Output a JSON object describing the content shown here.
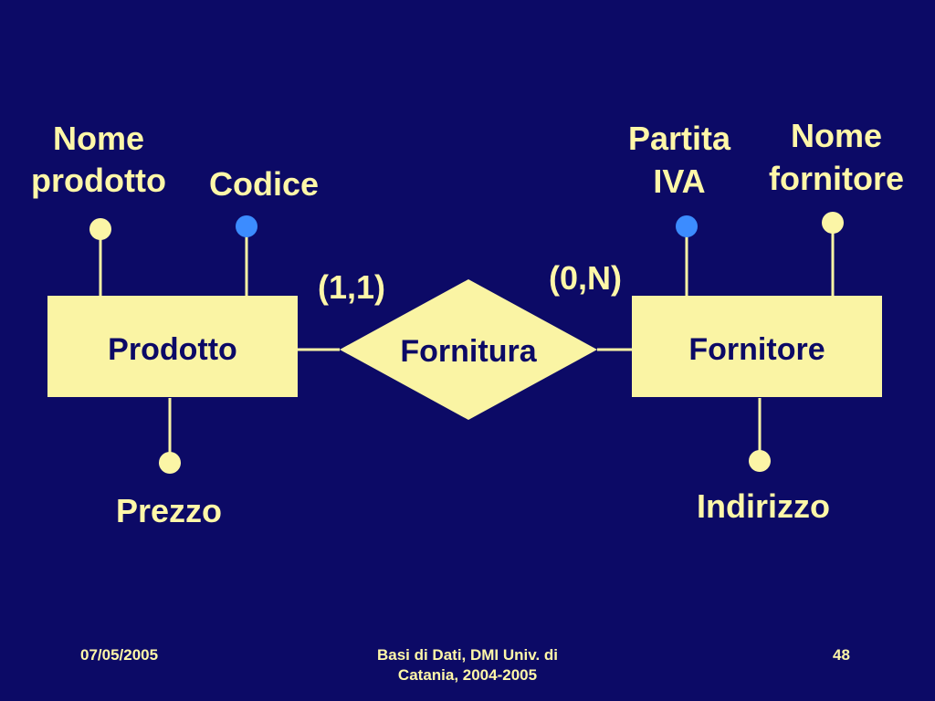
{
  "colors": {
    "background": "#0c0a66",
    "shape_fill": "#faf4a4",
    "text": "#fff7a8",
    "key_attribute": "#3c8cff",
    "attribute": "#fbf5a6"
  },
  "entities": {
    "prodotto": "Prodotto",
    "fornitore": "Fornitore"
  },
  "relationship": {
    "name": "Fornitura",
    "card_left": "(1,1)",
    "card_right": "(0,N)"
  },
  "attributes": {
    "nome_prodotto": [
      "Nome",
      "prodotto"
    ],
    "codice": "Codice",
    "prezzo": "Prezzo",
    "partita_iva": [
      "Partita",
      "IVA"
    ],
    "nome_fornitore": [
      "Nome",
      "fornitore"
    ],
    "indirizzo": "Indirizzo"
  },
  "footer": {
    "date": "07/05/2005",
    "center": [
      "Basi di Dati, DMI Univ. di",
      "Catania, 2004-2005"
    ],
    "page": "48"
  }
}
